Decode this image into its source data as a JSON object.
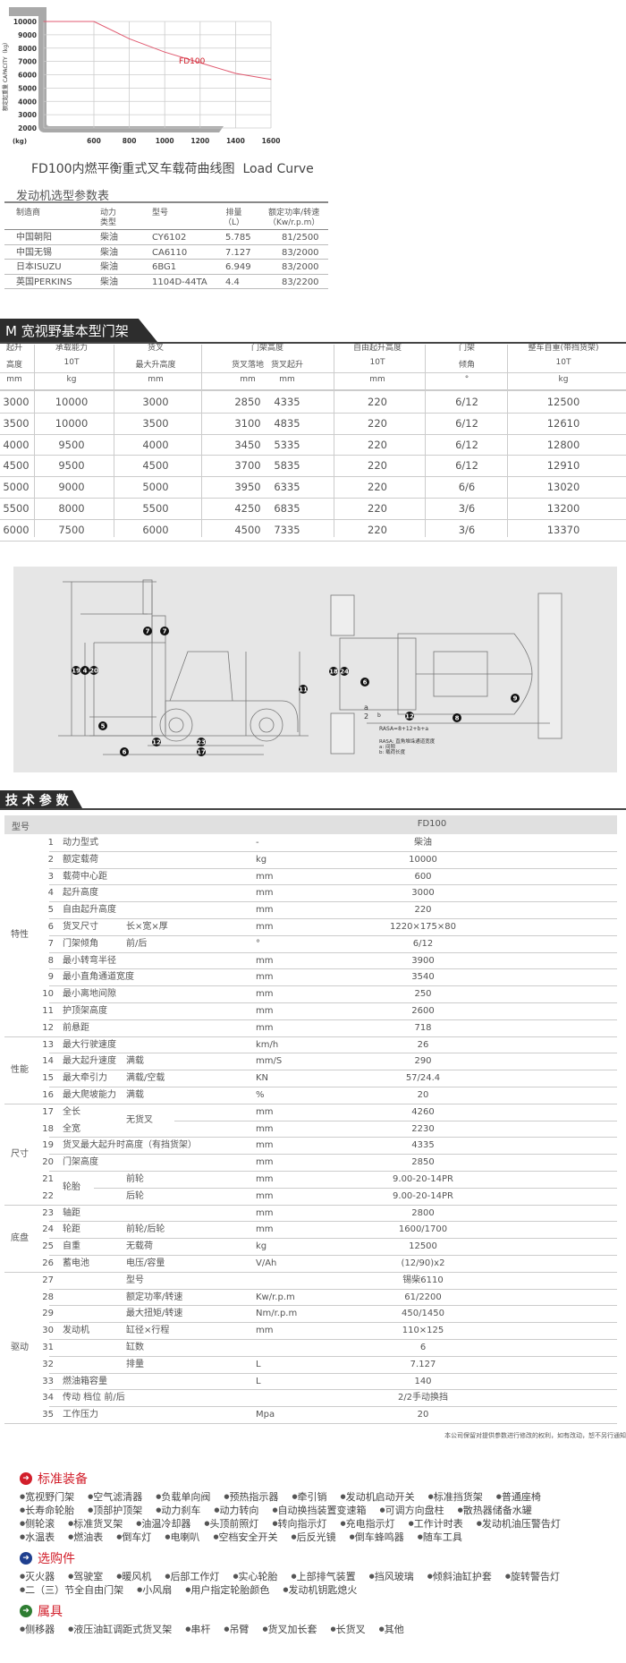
{
  "chart_data": {
    "type": "line",
    "ylabel": "额定起重量 CAPACITY（kg）",
    "corner_label": "(kg)",
    "x_ticks": [
      600,
      800,
      1000,
      1200,
      1400,
      1600
    ],
    "y_ticks": [
      10000,
      9000,
      8000,
      7000,
      6000,
      5000,
      4000,
      3000,
      2000
    ],
    "xlim": [
      317,
      1600
    ],
    "ylim": [
      2000,
      10000
    ],
    "grid": true,
    "series": [
      {
        "name": "FD100",
        "color": "#e05a70",
        "x": [
          317,
          600,
          800,
          1000,
          1200,
          1400,
          1600
        ],
        "y": [
          10000,
          10000,
          8700,
          7700,
          6900,
          6100,
          5650
        ]
      }
    ]
  },
  "caption": "FD100内燃平衡重式叉车载荷曲线图  Load Curve",
  "engine_table": {
    "title": "发动机选型参数表",
    "headers": [
      "制造商",
      "动力\n类型",
      "型号",
      "排量\n（L）",
      "额定功率/转速\n（Kw/r.p.m）"
    ],
    "rows": [
      [
        "中国朝阳",
        "柴油",
        "CY6102",
        "5.785",
        "81/2500"
      ],
      [
        "中国无锡",
        "柴油",
        "CA6110",
        "7.127",
        "83/2000"
      ],
      [
        "日本ISUZU",
        "柴油",
        "6BG1",
        "6.949",
        "83/2000"
      ],
      [
        "英国PERKINS",
        "柴油",
        "1104D-44TA",
        "4.4",
        "83/2200"
      ]
    ]
  },
  "mast_table": {
    "title": "M 宽视野基本型门架",
    "header_row1": [
      "起升",
      "承载能力",
      "货叉",
      "门架高度",
      "自由起升高度",
      "门架",
      "整车自重(带挡货架)"
    ],
    "header_row2": [
      "高度",
      "10T",
      "最大升高度",
      "货叉落地",
      "货叉起升",
      "10T",
      "倾角",
      "10T"
    ],
    "units": [
      "mm",
      "kg",
      "mm",
      "mm",
      "mm",
      "mm",
      "°",
      "kg"
    ],
    "rows": [
      [
        "3000",
        "10000",
        "3000",
        "2850",
        "4335",
        "220",
        "6/12",
        "12500"
      ],
      [
        "3500",
        "10000",
        "3500",
        "3100",
        "4835",
        "220",
        "6/12",
        "12610"
      ],
      [
        "4000",
        "9500",
        "4000",
        "3450",
        "5335",
        "220",
        "6/12",
        "12800"
      ],
      [
        "4500",
        "9500",
        "4500",
        "3700",
        "5835",
        "220",
        "6/12",
        "12910"
      ],
      [
        "5000",
        "9000",
        "5000",
        "3950",
        "6335",
        "220",
        "6/6",
        "13020"
      ],
      [
        "5500",
        "8000",
        "5500",
        "4250",
        "6835",
        "220",
        "3/6",
        "13200"
      ],
      [
        "6000",
        "7500",
        "6000",
        "4500",
        "7335",
        "220",
        "3/6",
        "13370"
      ]
    ]
  },
  "diagram": {
    "side_callouts": [
      "19",
      "4",
      "20",
      "7",
      "7",
      "5",
      "6",
      "12",
      "23",
      "17",
      "11"
    ],
    "top_callouts": [
      "18",
      "24",
      "6",
      "12",
      "8",
      "9"
    ],
    "formula": "RASA=8+12+b+a",
    "a_label": "a",
    "a_den": "2",
    "b_label": "b",
    "legend": [
      "RASA: 直角堆垛通道宽度",
      "a: 间隙",
      "b: 载荷长度"
    ]
  },
  "tech": {
    "title": "技 术 参 数",
    "model_label": "型号",
    "model_value": "FD100",
    "groups": [
      {
        "label": "特性",
        "from": 1,
        "to": 12
      },
      {
        "label": "性能",
        "from": 13,
        "to": 16
      },
      {
        "label": "尺寸",
        "from": 17,
        "to": 22
      },
      {
        "label": "底盘",
        "from": 23,
        "to": 26
      },
      {
        "label": "驱动",
        "from": 27,
        "to": 35
      }
    ],
    "rows": [
      {
        "n": "1",
        "name": "动力型式",
        "sub": "",
        "unit": "-",
        "value": "柴油"
      },
      {
        "n": "2",
        "name": "额定载荷",
        "sub": "",
        "unit": "kg",
        "value": "10000"
      },
      {
        "n": "3",
        "name": "载荷中心距",
        "sub": "",
        "unit": "mm",
        "value": "600"
      },
      {
        "n": "4",
        "name": "起升高度",
        "sub": "",
        "unit": "mm",
        "value": "3000"
      },
      {
        "n": "5",
        "name": "自由起升高度",
        "sub": "",
        "unit": "mm",
        "value": "220"
      },
      {
        "n": "6",
        "name": "货叉尺寸",
        "sub": "长×宽×厚",
        "unit": "mm",
        "value": "1220×175×80"
      },
      {
        "n": "7",
        "name": "门架倾角",
        "sub": "前/后",
        "unit": "°",
        "value": "6/12"
      },
      {
        "n": "8",
        "name": "最小转弯半径",
        "sub": "",
        "unit": "mm",
        "value": "3900"
      },
      {
        "n": "9",
        "name": "最小直角通道宽度",
        "sub": "",
        "unit": "mm",
        "value": "3540"
      },
      {
        "n": "10",
        "name": "最小离地间隙",
        "sub": "",
        "unit": "mm",
        "value": "250"
      },
      {
        "n": "11",
        "name": "护顶架高度",
        "sub": "",
        "unit": "mm",
        "value": "2600"
      },
      {
        "n": "12",
        "name": "前悬距",
        "sub": "",
        "unit": "mm",
        "value": "718"
      },
      {
        "n": "13",
        "name": "最大行驶速度",
        "sub": "",
        "unit": "km/h",
        "value": "26"
      },
      {
        "n": "14",
        "name": "最大起升速度",
        "sub": "满载",
        "unit": "mm/S",
        "value": "290"
      },
      {
        "n": "15",
        "name": "最大牵引力",
        "sub": "满载/空载",
        "unit": "KN",
        "value": "57/24.4"
      },
      {
        "n": "16",
        "name": "最大爬坡能力",
        "sub": "满载",
        "unit": "%",
        "value": "20"
      },
      {
        "n": "17",
        "name": "全长",
        "sub": "",
        "unit": "mm",
        "value": "4260"
      },
      {
        "n": "18",
        "name": "全宽",
        "sub": "",
        "unit": "mm",
        "value": "2230"
      },
      {
        "n": "19",
        "name": "货叉最大起升时高度（有挡货架）",
        "sub": "",
        "unit": "mm",
        "value": "4335"
      },
      {
        "n": "20",
        "name": "门架高度",
        "sub": "",
        "unit": "mm",
        "value": "2850"
      },
      {
        "n": "21",
        "name": "",
        "sub": "前轮",
        "unit": "mm",
        "value": "9.00-20-14PR"
      },
      {
        "n": "22",
        "name": "",
        "sub": "后轮",
        "unit": "mm",
        "value": "9.00-20-14PR"
      },
      {
        "n": "23",
        "name": "轴距",
        "sub": "",
        "unit": "mm",
        "value": "2800"
      },
      {
        "n": "24",
        "name": "轮距",
        "sub": "前轮/后轮",
        "unit": "mm",
        "value": "1600/1700"
      },
      {
        "n": "25",
        "name": "自重",
        "sub": "无载荷",
        "unit": "kg",
        "value": "12500"
      },
      {
        "n": "26",
        "name": "蓄电池",
        "sub": "电压/容量",
        "unit": "V/Ah",
        "value": "(12/90)x2"
      },
      {
        "n": "27",
        "name": "",
        "sub": "型号",
        "unit": "",
        "value": "锡柴6110"
      },
      {
        "n": "28",
        "name": "",
        "sub": "额定功率/转速",
        "unit": "Kw/r.p.m",
        "value": "61/2200"
      },
      {
        "n": "29",
        "name": "",
        "sub": "最大扭矩/转速",
        "unit": "Nm/r.p.m",
        "value": "450/1450"
      },
      {
        "n": "30",
        "name": "发动机",
        "sub": "缸径×行程",
        "unit": "mm",
        "value": "110×125"
      },
      {
        "n": "31",
        "name": "",
        "sub": "缸数",
        "unit": "",
        "value": "6"
      },
      {
        "n": "32",
        "name": "",
        "sub": "排量",
        "unit": "L",
        "value": "7.127"
      },
      {
        "n": "33",
        "name": "燃油箱容量",
        "sub": "",
        "unit": "L",
        "value": "140"
      },
      {
        "n": "34",
        "name": "传动  档位  前/后",
        "sub": "",
        "unit": "",
        "value": "2/2手动换挡"
      },
      {
        "n": "35",
        "name": "工作压力",
        "sub": "",
        "unit": "Mpa",
        "value": "20"
      }
    ],
    "merged": [
      {
        "rows": [
          17,
          18
        ],
        "col": "sub",
        "text": "无货叉"
      },
      {
        "rows": [
          21,
          22
        ],
        "col": "name",
        "text": "轮胎"
      }
    ],
    "disclaimer": "本公司保留对提供参数进行修改的权利，如有改动，恕不另行通知"
  },
  "equipment": [
    {
      "title": "标准装备",
      "icon": "arrow-circle-icon",
      "color": "#d21f2b",
      "lines": [
        [
          "宽视野门架",
          "空气滤清器",
          "负载单向阀",
          "预热指示器",
          "牵引销",
          "发动机启动开关",
          "标准挡货架",
          "普通座椅"
        ],
        [
          "长寿命轮胎",
          "顶部护顶架",
          "动力刹车",
          "动力转向",
          "自动换挡装置变速箱",
          "可调方向盘柱",
          "散热器储备水罐"
        ],
        [
          "侧轮滚",
          "标准货叉架",
          "油温冷却器",
          "头顶前照灯",
          "转向指示灯",
          "充电指示灯",
          "工作计时表",
          "发动机油压警告灯"
        ],
        [
          "水温表",
          "燃油表",
          "倒车灯",
          "电喇叭",
          "空档安全开关",
          "后反光镜",
          "倒车蜂鸣器",
          "随车工具"
        ]
      ]
    },
    {
      "title": "选购件",
      "icon": "arrow-circle-icon",
      "color": "#1f3f8f",
      "lines": [
        [
          "灭火器",
          "驾驶室",
          "暖风机",
          "后部工作灯",
          "实心轮胎",
          "上部排气装置",
          "挡风玻璃",
          "倾斜油缸护套",
          "旋转警告灯"
        ],
        [
          "二（三）节全自由门架",
          "小风扇",
          "用户指定轮胎颜色",
          "发动机钥匙熄火"
        ]
      ]
    },
    {
      "title": "属具",
      "icon": "arrow-circle-icon",
      "color": "#2e7d32",
      "lines": [
        [
          "侧移器",
          "液压油缸调距式货叉架",
          "串杆",
          "吊臂",
          "货叉加长套",
          "长货叉",
          "其他"
        ]
      ]
    }
  ]
}
